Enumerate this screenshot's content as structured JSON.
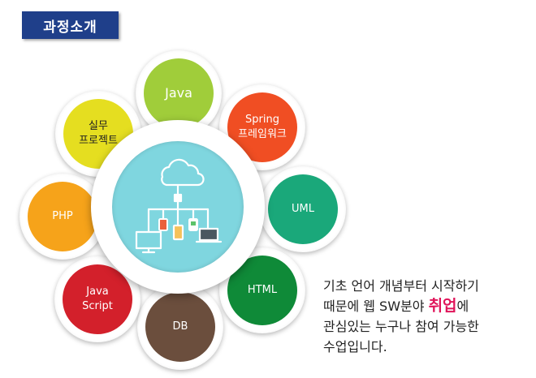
{
  "header": {
    "title": "과정소개"
  },
  "petals": {
    "java": {
      "label": "Java",
      "color": "#a0cd3a",
      "text_color": "#ffffff"
    },
    "spring": {
      "label": "Spring\n프레임워크",
      "color": "#f04e23",
      "text_color": "#ffffff"
    },
    "uml": {
      "label": "UML",
      "color": "#1aa87a",
      "text_color": "#ffffff"
    },
    "html": {
      "label": "HTML",
      "color": "#0f8a38",
      "text_color": "#ffffff"
    },
    "db": {
      "label": "DB",
      "color": "#6b4e3d",
      "text_color": "#ffffff"
    },
    "js": {
      "label": "Java\nScript",
      "color": "#d3202b",
      "text_color": "#ffffff"
    },
    "php": {
      "label": "PHP",
      "color": "#f6a31a",
      "text_color": "#ffffff"
    },
    "project": {
      "label": "실무\n프로젝트",
      "color": "#e5de20",
      "text_color": "#222222"
    }
  },
  "center": {
    "icon": "cloud-network-icon",
    "color": "#7fd6df"
  },
  "description": {
    "line1": "기초 언어 개념부터 시작하기",
    "line2_pre": "때문에 웹 SW분야 ",
    "line2_highlight": "취업",
    "line2_post": "에",
    "line3": "관심있는 누구나 참여 가능한",
    "line4": "수업입니다.",
    "highlight_color": "#e0155a"
  }
}
